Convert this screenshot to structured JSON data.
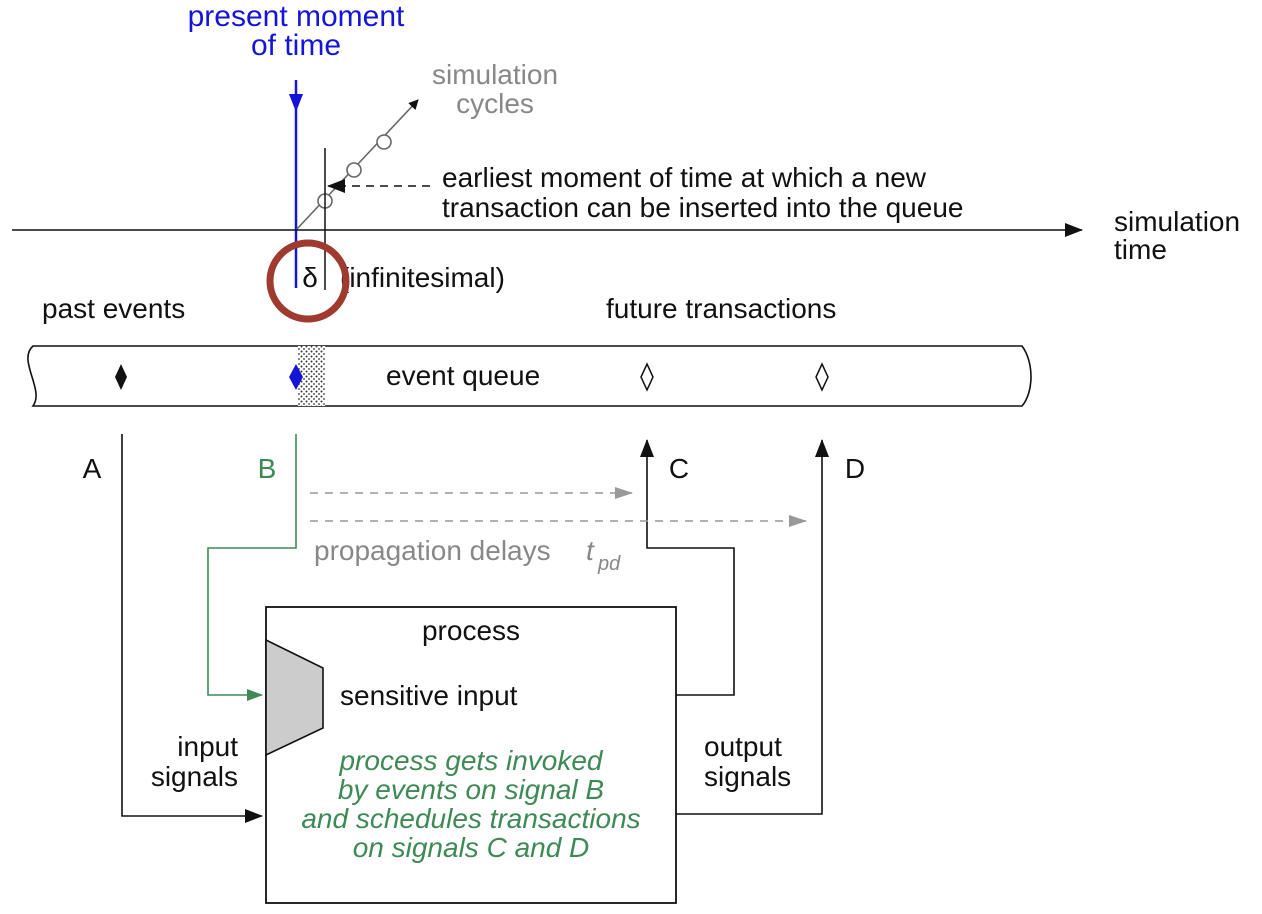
{
  "labels": {
    "present_moment_line1": "present moment",
    "present_moment_line2": "of time",
    "simulation_cycles_line1": "simulation",
    "simulation_cycles_line2": "cycles",
    "earliest_line1": "earliest moment of time at which a new",
    "earliest_line2": "transaction can be inserted into the queue",
    "simulation_time_line1": "simulation",
    "simulation_time_line2": "time",
    "delta": "δ",
    "infinitesimal": "(infinitesimal)",
    "past_events": "past events",
    "future_transactions": "future transactions",
    "event_queue": "event queue",
    "signal_a": "A",
    "signal_b": "B",
    "signal_c": "C",
    "signal_d": "D",
    "propagation_delays": "propagation delays",
    "tpd_t": "t",
    "tpd_sub": "pd",
    "process": "process",
    "sensitive_input": "sensitive input",
    "input_signals_line1": "input",
    "input_signals_line2": "signals",
    "output_signals_line1": "output",
    "output_signals_line2": "signals",
    "process_note_line1": "process gets invoked",
    "process_note_line2": "by events on signal B",
    "process_note_line3": "and schedules transactions",
    "process_note_line4": "on signals C and D"
  },
  "colors": {
    "present_blue": "#1515d8",
    "signal_green": "#3d8a55",
    "delay_gray": "#999999",
    "highlight_circle": "#9e3a2e",
    "sensitive_fill": "#cccccc"
  }
}
